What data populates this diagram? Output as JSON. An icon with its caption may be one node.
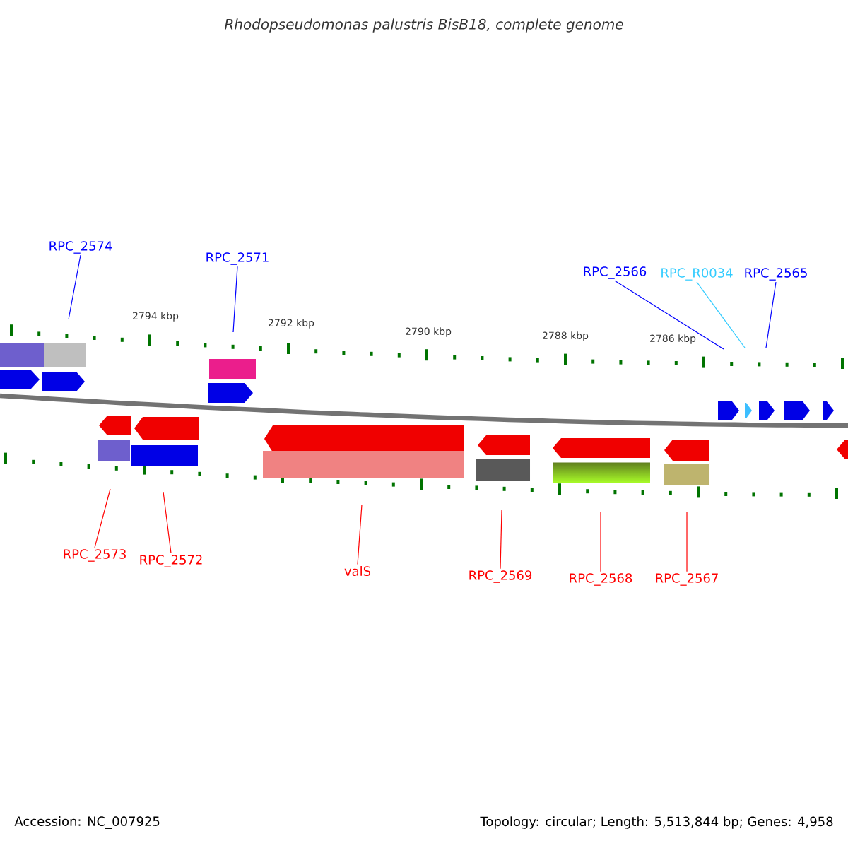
{
  "diagram": {
    "title": "Rhodopseudomonas palustris BisB18, complete genome",
    "nodes": [
      {
        "text": [
          "RPC_2574"
        ]
      },
      {
        "text": [
          "RPC_2571"
        ]
      },
      {
        "text": [
          "RPC_2566"
        ]
      },
      {
        "text": [
          "RPC_R0034"
        ]
      },
      {
        "text": [
          "RPC_2565"
        ]
      },
      {
        "text": [
          "RPC_2573"
        ]
      },
      {
        "text": [
          "RPC_2572"
        ]
      },
      {
        "text": [
          "valS"
        ]
      },
      {
        "text": [
          "RPC_2569"
        ]
      },
      {
        "text": [
          "RPC_2568"
        ]
      },
      {
        "text": [
          "RPC_2567"
        ]
      }
    ],
    "edges": [
      {
        "from": 0,
        "to": null,
        "arrow": "none",
        "color": "#0000ff"
      },
      {
        "from": 1,
        "to": null,
        "arrow": "none",
        "color": "#0000ff"
      },
      {
        "from": 2,
        "to": null,
        "arrow": "none",
        "color": "#0000ff"
      },
      {
        "from": 3,
        "to": null,
        "arrow": "none",
        "color": "#33ccff"
      },
      {
        "from": 4,
        "to": null,
        "arrow": "none",
        "color": "#0000ff"
      },
      {
        "from": 5,
        "to": null,
        "arrow": "none"
      },
      {
        "from": 6,
        "to": null,
        "arrow": "none"
      },
      {
        "from": 7,
        "to": null,
        "arrow": "none"
      },
      {
        "from": 8,
        "to": null,
        "arrow": "none"
      },
      {
        "from": 9,
        "to": null,
        "arrow": "none"
      },
      {
        "from": 10,
        "to": null,
        "arrow": "none"
      }
    ],
    "labels": [
      "2794 kbp",
      "2792 kbp",
      "2790 kbp",
      "2788 kbp",
      "2786 kbp",
      "Accession: NC_007925",
      "Topology: circular; Length: 5,513,844 bp; Genes: 4,958"
    ]
  }
}
